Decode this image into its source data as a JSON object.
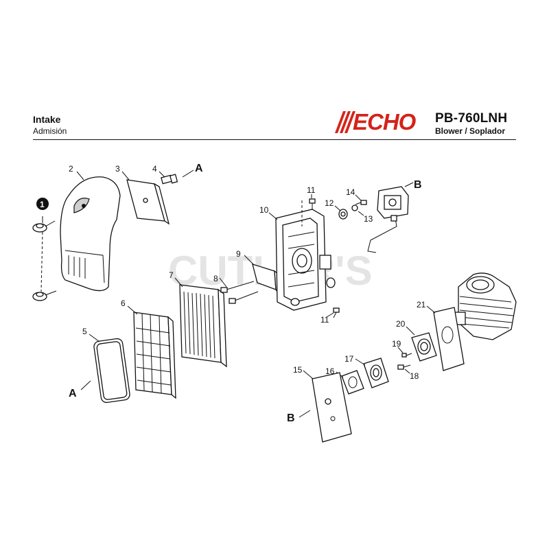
{
  "header": {
    "title": "Intake",
    "subtitle": "Admisión",
    "brand": "ECHO",
    "model": "PB-760LNH",
    "model_desc": "Blower / Soplador"
  },
  "watermark": "CUTLER'S",
  "callouts": {
    "c1": "1",
    "c2": "2",
    "c3": "3",
    "c4": "4",
    "c5": "5",
    "c6": "6",
    "c7": "7",
    "c8": "8",
    "c9": "9",
    "c10": "10",
    "c11a": "11",
    "c11b": "11",
    "c12": "12",
    "c13": "13",
    "c14": "14",
    "c15": "15",
    "c16": "16",
    "c17": "17",
    "c18": "18",
    "c19": "19",
    "c20": "20",
    "c21": "21",
    "refA1": "A",
    "refA2": "A",
    "refB1": "B",
    "refB2": "B"
  },
  "colors": {
    "brand_red": "#d4231a",
    "line": "#111111",
    "filter_gray": "#cfcfcf"
  }
}
